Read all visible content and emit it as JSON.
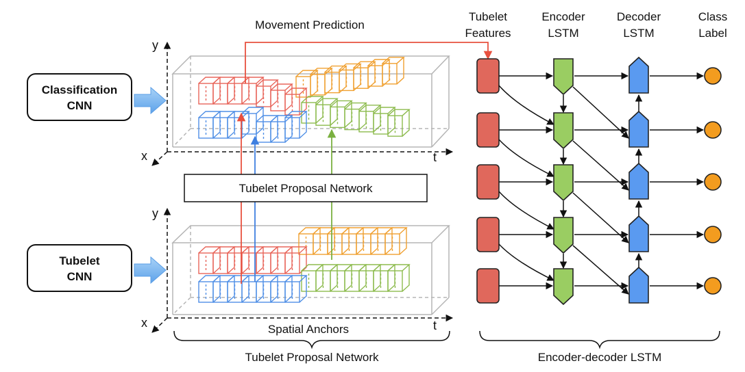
{
  "top_label": "Movement Prediction",
  "classification_cnn": {
    "line1": "Classification",
    "line2": "CNN"
  },
  "tubelet_cnn": {
    "line1": "Tubelet",
    "line2": "CNN"
  },
  "proposal_box_label": "Tubelet Proposal Network",
  "spatial_anchors": "Spatial Anchors",
  "bottom_left_label": "Tubelet Proposal Network",
  "bottom_right_label": "Encoder-decoder LSTM",
  "axes": {
    "y": "y",
    "x": "x",
    "t": "t"
  },
  "columns": {
    "features": [
      "Tubelet",
      "Features"
    ],
    "encoder": [
      "Encoder",
      "LSTM"
    ],
    "decoder": [
      "Decoder",
      "LSTM"
    ],
    "label": [
      "Class",
      "Label"
    ]
  },
  "colors": {
    "red": "#e8655a",
    "blue": "#4f8fe6",
    "green": "#8dbb4e",
    "orange": "#f0a030",
    "feature_fill": "#e0685c",
    "encoder_fill": "#9acd62",
    "decoder_fill": "#5a9af0",
    "class_fill": "#f39c1f",
    "arrow_fill": "#6fb0ef"
  }
}
